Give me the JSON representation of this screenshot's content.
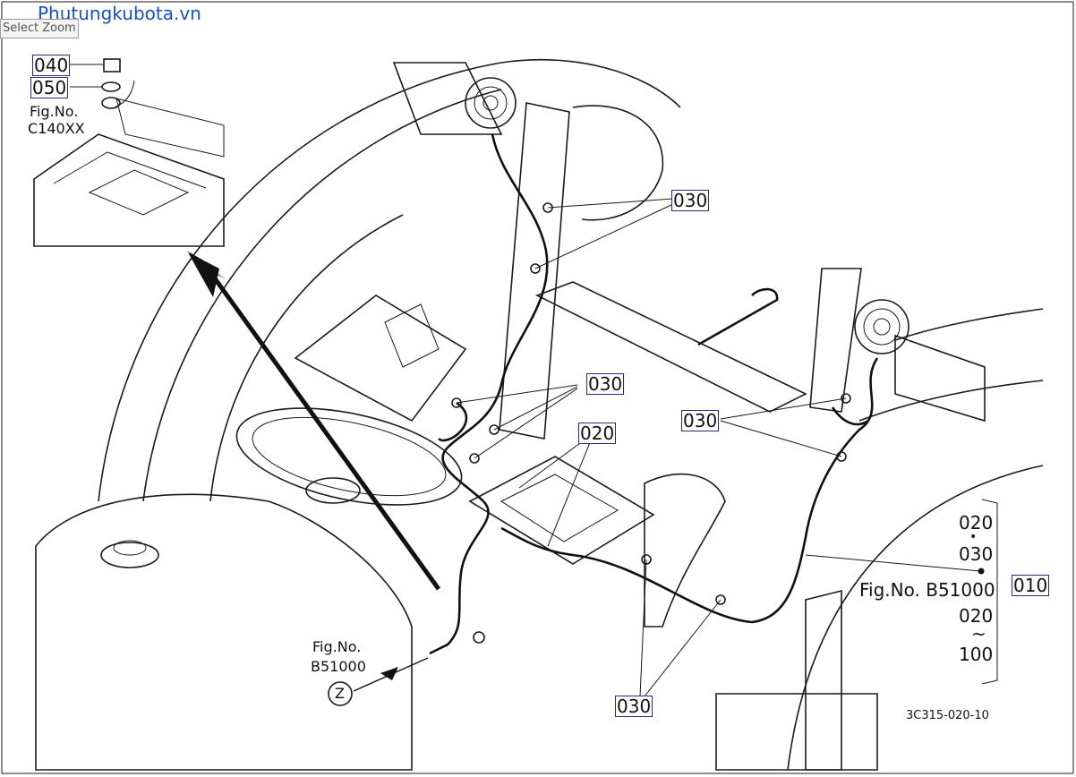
{
  "site": {
    "title": "Phutungkubota.vn"
  },
  "toolbar": {
    "zoom_label": "Select Zoom"
  },
  "parts": [
    {
      "code": "040"
    },
    {
      "code": "050"
    },
    {
      "code": "030"
    },
    {
      "code": "030"
    },
    {
      "code": "020"
    },
    {
      "code": "030"
    },
    {
      "code": "030"
    },
    {
      "code": "010"
    }
  ],
  "refs": {
    "fig_c140": {
      "line1": "Fig.No.",
      "line2": "C140XX"
    },
    "fig_b51_box": {
      "line1": "Fig.No.",
      "line2": "B51000"
    },
    "z_label": "Z",
    "legend": {
      "l1": "020",
      "dot": "•",
      "l2": "030",
      "fig": "Fig.No. B51000",
      "l3": "020",
      "tilde": "~",
      "l4": "100"
    }
  },
  "diagram_id": "3C315-020-10",
  "colors": {
    "link": "#1a4fc4",
    "label_border": "#2b2b7a",
    "line": "#1a1a1a"
  }
}
